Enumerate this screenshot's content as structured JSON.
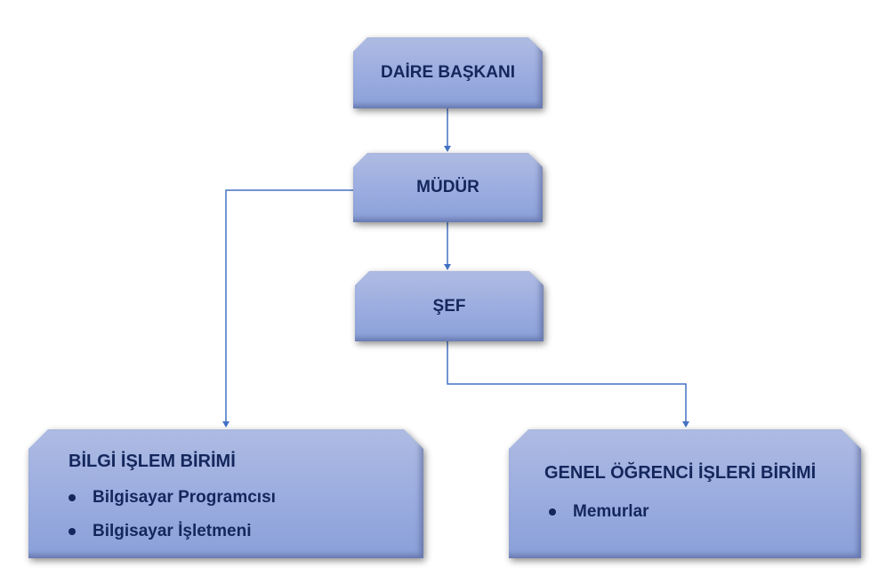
{
  "nodes": {
    "daire_baskani": "DAİRE BAŞKANI",
    "mudur": "MÜDÜR",
    "sef": "ŞEF",
    "bilgi_islem": {
      "title": "BİLGİ İŞLEM BİRİMİ",
      "items": [
        "Bilgisayar Programcısı",
        "Bilgisayar İşletmeni"
      ]
    },
    "genel_ogrenci": {
      "title": "GENEL ÖĞRENCİ İŞLERİ BİRİMİ",
      "items": [
        "Memurlar"
      ]
    }
  },
  "colors": {
    "connector": "#4472c4",
    "text": "#14275c",
    "box_top": "#aebbe2",
    "box_bottom": "#8aa0d8"
  }
}
